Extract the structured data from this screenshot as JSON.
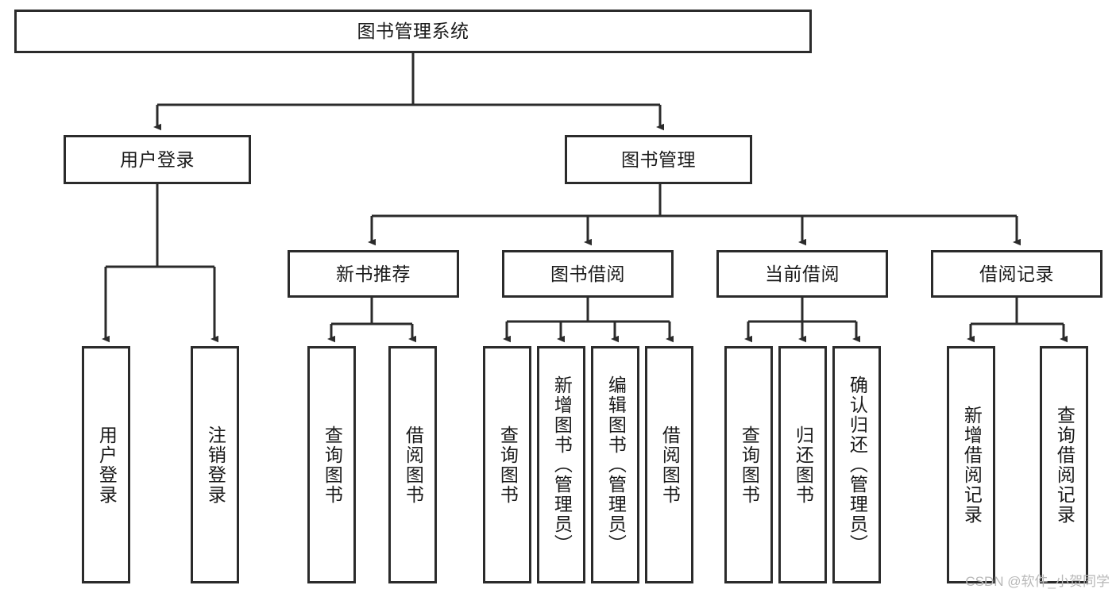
{
  "diagram": {
    "type": "tree-hierarchy-chart",
    "title": "图书管理系统",
    "colors": {
      "stroke": "#2b2b2b",
      "fill": "#ffffff",
      "text": "#1a1a1a",
      "watermark": "#b8b8b8"
    },
    "root": {
      "label": "图书管理系统"
    },
    "level2": [
      {
        "label": "用户登录"
      },
      {
        "label": "图书管理"
      }
    ],
    "level3": [
      {
        "label": "新书推荐"
      },
      {
        "label": "图书借阅"
      },
      {
        "label": "当前借阅"
      },
      {
        "label": "借阅记录"
      }
    ],
    "leaves": {
      "user_login": [
        {
          "label": "用户登录"
        },
        {
          "label": "注销登录"
        }
      ],
      "new_book_recommend": [
        {
          "label": "查询图书"
        },
        {
          "label": "借阅图书"
        }
      ],
      "book_borrow": [
        {
          "label": "查询图书"
        },
        {
          "label": "新增图书（管理员）"
        },
        {
          "label": "编辑图书（管理员）"
        },
        {
          "label": "借阅图书"
        }
      ],
      "current_borrow": [
        {
          "label": "查询图书"
        },
        {
          "label": "归还图书"
        },
        {
          "label": "确认归还（管理员）"
        }
      ],
      "borrow_record": [
        {
          "label": "新增借阅记录"
        },
        {
          "label": "查询借阅记录"
        }
      ]
    }
  },
  "watermark": {
    "text": "CSDN @软件_小贺同学"
  }
}
